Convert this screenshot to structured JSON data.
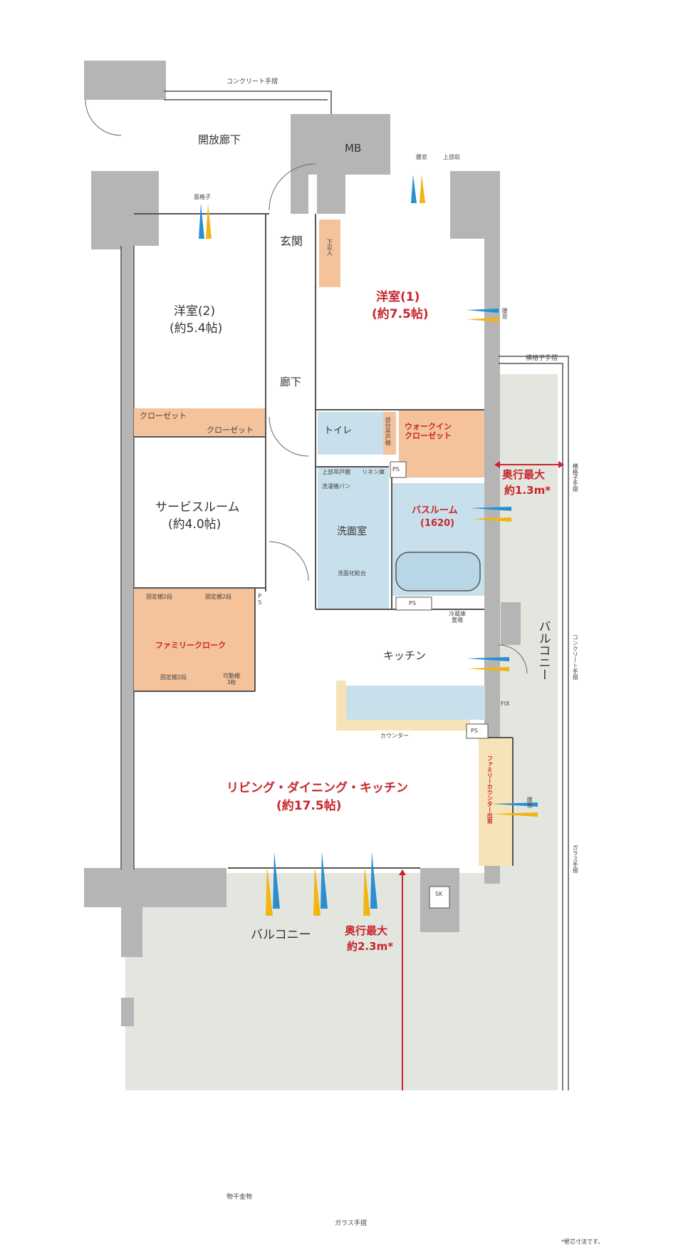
{
  "colors": {
    "wall": "#b5b5b5",
    "balcony": "#e3e5df",
    "wet_area": "#c8e0ec",
    "storage": "#f4c39c",
    "counter": "#f6e4b8",
    "accent_red": "#c8252c",
    "wind_blue": "#2a8fd0",
    "wind_yellow": "#f2b511"
  },
  "labels": {
    "concrete_rail_top": "コンクリート手摺",
    "open_corridor": "開放廊下",
    "mb": "MB",
    "window_top": "腰窓",
    "upper_eaves": "上部庇",
    "grille": "面格子",
    "entrance": "玄関",
    "shoe_storage": "下足入",
    "western2_name": "洋室(2)",
    "western2_size": "(約5.4帖)",
    "western1_name": "洋室(1)",
    "western1_size": "(約7.5帖)",
    "window_right": "腰窓",
    "horizontal_rail": "横格子手摺",
    "hallway": "廊下",
    "closet_a": "クローゼット",
    "closet_b": "クローゼット",
    "toilet": "トイレ",
    "partial_shelf": "部分吊戸棚",
    "walkin_closet": "ウォークイン\nクローゼット",
    "depth_right_title": "奥行最大",
    "depth_right_value": "約1.3m*",
    "horizontal_rail_right": "横格子手摺",
    "upper_cabinet": "上部吊戸棚",
    "linen": "リネン庫",
    "ps_1": "PS",
    "washer_pan": "洗濯機パン",
    "service_room_name": "サービスルーム",
    "service_room_size": "(約4.0帖)",
    "bathroom_name": "バスルーム",
    "bathroom_size": "(1620)",
    "washroom": "洗面室",
    "vanity": "洗面化粧台",
    "fixed_shelf_1": "固定棚2段",
    "fixed_shelf_2": "固定棚2段",
    "ps_side": "PS",
    "ps_2": "PS",
    "fridge": "冷蔵庫\n置場",
    "family_cloak": "ファミリークローク",
    "balcony_right": "バルコニー",
    "kitchen": "キッチン",
    "concrete_rail_right": "コンクリート手摺",
    "fixed_shelf_3": "固定棚2段",
    "movable_shelf": "可動棚\n3枚",
    "fix": "FIX",
    "counter": "カウンター",
    "ps_3": "PS",
    "family_counter": "ファミリーカウンター出窓",
    "window_lower": "腰窓",
    "ldk_name": "リビング・ダイニング・キッチン",
    "ldk_size": "(約17.5帖)",
    "glass_rail_right": "ガラス手摺",
    "sk": "SK",
    "balcony_bottom": "バルコニー",
    "depth_bottom_title": "奥行最大",
    "depth_bottom_value": "約2.3m*",
    "drying_hardware": "物干金物",
    "glass_rail_bottom": "ガラス手摺",
    "footnote": "*壁芯寸法です。"
  }
}
